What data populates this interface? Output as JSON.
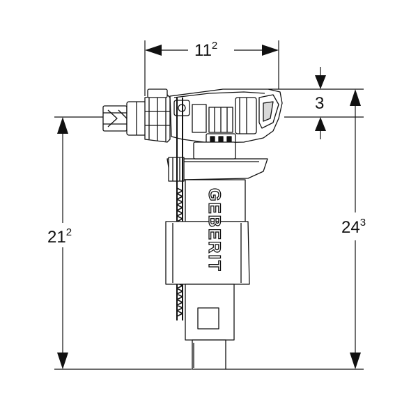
{
  "dimensions": {
    "top_width": {
      "main": "11",
      "sup": "2"
    },
    "top_offset": {
      "main": "3",
      "sup": ""
    },
    "inlet_height": {
      "main": "21",
      "sup": "2"
    },
    "total_height": {
      "main": "24",
      "sup": "3"
    }
  },
  "brand": {
    "text": "GEBERIT"
  },
  "colors": {
    "line": "#111111",
    "fill": "#ffffff",
    "shade": "#d9d9d9"
  }
}
